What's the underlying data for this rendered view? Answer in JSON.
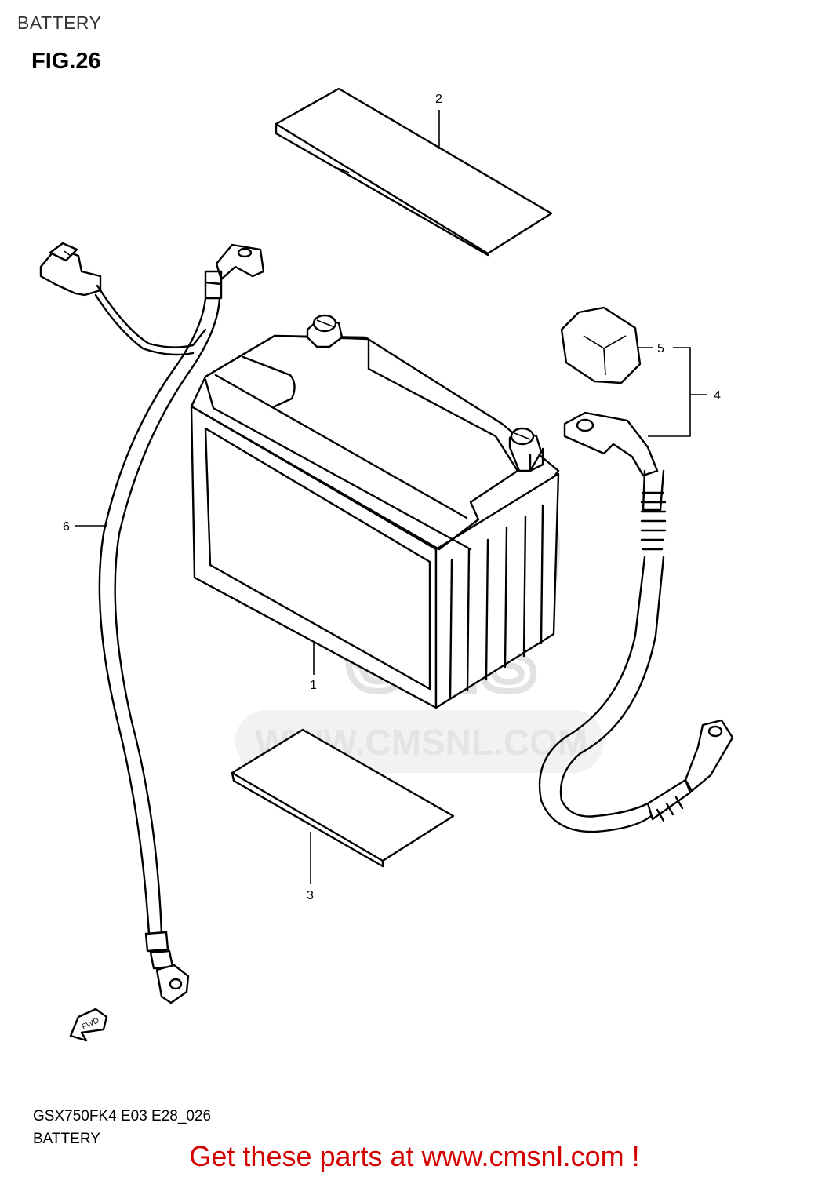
{
  "header": {
    "title": "BATTERY"
  },
  "figure": {
    "label": "FIG.26"
  },
  "callouts": {
    "c1": "1",
    "c2": "2",
    "c3": "3",
    "c4": "4",
    "c5": "5",
    "c6": "6"
  },
  "fwd_label": "FWD",
  "watermark": {
    "brand": "CMS",
    "url": "WWW.CMSNL.COM"
  },
  "footer": {
    "model_code": "GSX750FK4 E03 E28_026",
    "section_name": "BATTERY"
  },
  "promo": {
    "text": "Get these parts at www.cmsnl.com !",
    "color": "#d40000"
  }
}
